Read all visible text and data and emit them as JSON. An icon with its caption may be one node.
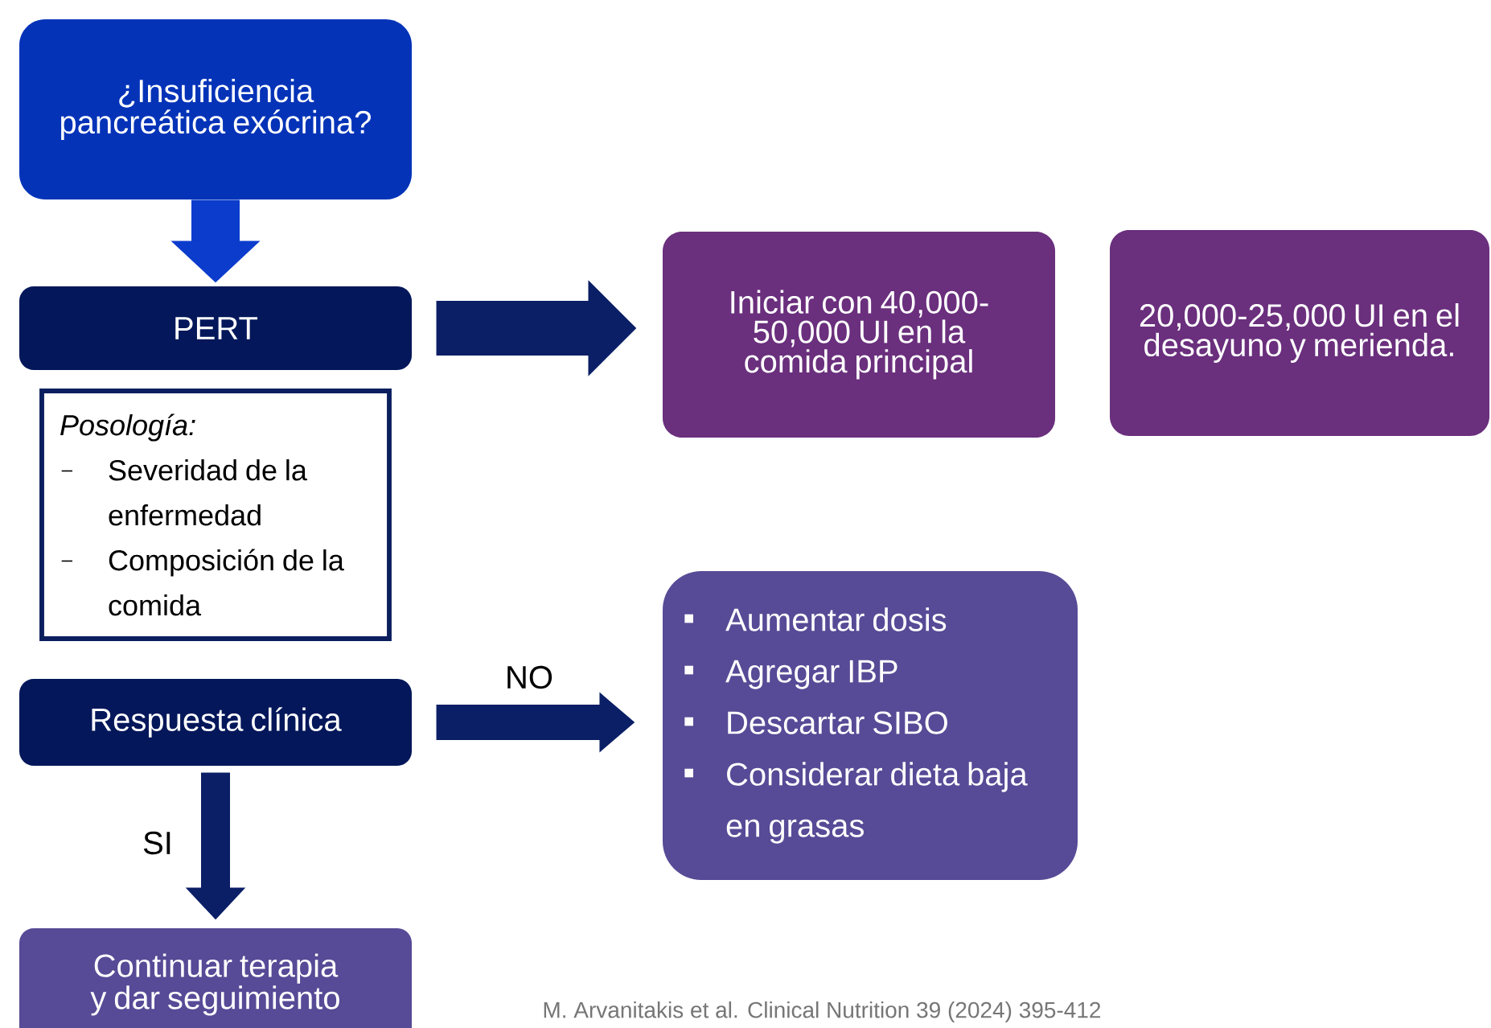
{
  "diagram": {
    "nodes": [
      {
        "text": [
          "¿Insuficiencia pancreática exócrina?"
        ]
      },
      {
        "text": [
          "PERT"
        ]
      },
      {
        "text": [
          "Iniciar con 40,000-50,000 UI en la comida principal"
        ]
      },
      {
        "text": [
          "20,000-25,000 UI en el desayuno y merienda."
        ]
      },
      {
        "text": [
          "Posología:",
          "Severidad de la enfermedad",
          "Composición de la comida"
        ]
      },
      {
        "text": [
          "Respuesta clínica"
        ]
      },
      {
        "text": [
          "Aumentar dosis",
          "Agregar IBP",
          "Descartar SIBO",
          "Considerar dieta baja en grasas"
        ]
      },
      {
        "text": [
          "Continuar terapia y dar seguimiento"
        ]
      }
    ],
    "edges": [
      {
        "from": 0,
        "to": 1,
        "arrow": "to",
        "color": "#0b3ccc"
      },
      {
        "from": 1,
        "to": 2,
        "arrow": "to"
      },
      {
        "from": 5,
        "to": 6,
        "arrow": "to",
        "label": "NO"
      },
      {
        "from": 5,
        "to": 7,
        "arrow": "to",
        "label": "SI"
      }
    ],
    "labels": [
      "M. Arvanitakis et al. Clinical Nutrition 39 (2024) 395-412"
    ]
  }
}
